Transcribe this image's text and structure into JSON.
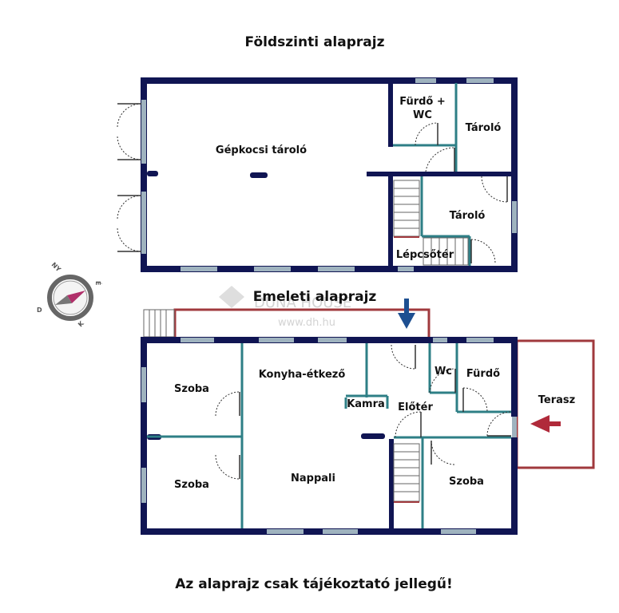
{
  "titles": {
    "ground": "Földszinti alaprajz",
    "upper": "Emeleti alaprajz",
    "disclaimer": "Az alaprajz csak tájékoztató jellegű!"
  },
  "rooms_ground": {
    "garage": "Gépkocsi tároló",
    "bath_line1": "Fürdő +",
    "bath_line2": "WC",
    "storage_top": "Tároló",
    "storage_mid": "Tároló",
    "staircase": "Lépcsőtér"
  },
  "rooms_upper": {
    "room_top_left": "Szoba",
    "room_bottom_left": "Szoba",
    "kitchen": "Konyha-étkező",
    "pantry": "Kamra",
    "living": "Nappali",
    "wc": "Wc",
    "bathroom": "Fürdő",
    "hall": "Előtér",
    "room_right": "Szoba",
    "terrace": "Terasz"
  },
  "compass": {
    "n": "NY",
    "e": "É",
    "s": "D",
    "w": "K"
  },
  "watermark": {
    "brand": "DUNA HOUSE",
    "url": "www.dh.hu"
  },
  "colors": {
    "wall": "#101553",
    "inner_wall": "#2e7f86",
    "terrace": "#a0393d",
    "arrow": "#b02a3a",
    "entry_arrow": "#1d4f91"
  }
}
